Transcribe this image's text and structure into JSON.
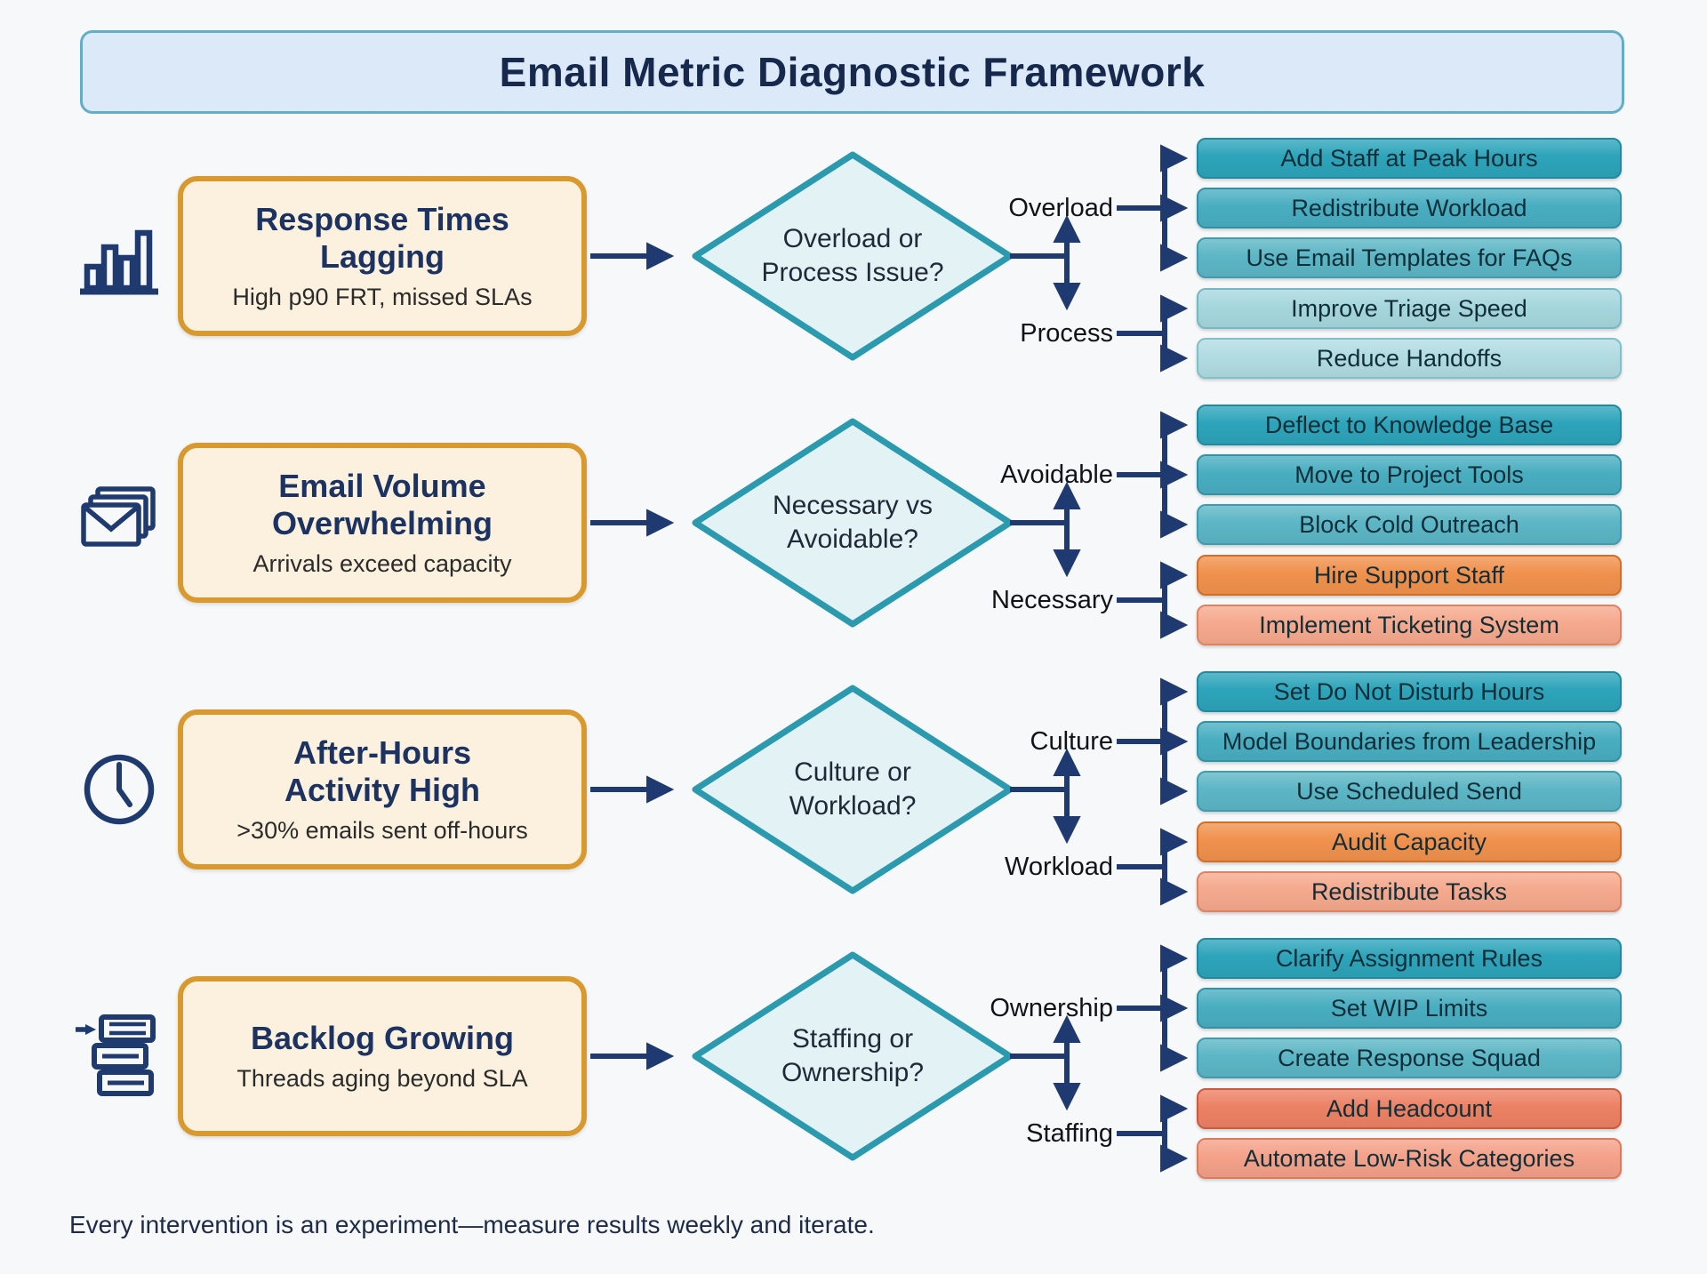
{
  "title": "Email Metric Diagnostic Framework",
  "footer": "Every intervention is an experiment—measure results weekly and iterate.",
  "colors": {
    "background": "#f7f8f9",
    "header_fill": "#dce9f8",
    "header_border": "#64aec5",
    "header_text": "#16294d",
    "problem_fill": "#fbf1de",
    "problem_border": "#d8992e",
    "problem_title_text": "#1c3261",
    "diamond_fill": "#e2f2f5",
    "diamond_border": "#2b99ae",
    "connector_navy": "#1e3a70",
    "teal_dark": "#2da4ba",
    "teal_medium": "#49aec1",
    "teal_light": "#5cb6c5",
    "teal_pale_1": "#a6d7de",
    "teal_pale_2": "#b1dce2",
    "orange": "#f0914d",
    "salmon": "#f5a98d",
    "coral": "#ec8164",
    "coral_light": "#f4a189"
  },
  "rows": [
    {
      "icon": "bar-chart-icon",
      "problem": {
        "title": "Response Times\nLagging",
        "subtitle": "High p90 FRT, missed SLAs"
      },
      "decision": "Overload or\nProcess Issue?",
      "branches": [
        {
          "label": "Overload",
          "actions": [
            "Add Staff at Peak Hours",
            "Redistribute Workload",
            "Use Email Templates for FAQs"
          ]
        },
        {
          "label": "Process",
          "actions": [
            "Improve Triage Speed",
            "Reduce Handoffs"
          ]
        }
      ]
    },
    {
      "icon": "stacked-envelopes-icon",
      "problem": {
        "title": "Email Volume\nOverwhelming",
        "subtitle": "Arrivals exceed capacity"
      },
      "decision": "Necessary vs\nAvoidable?",
      "branches": [
        {
          "label": "Avoidable",
          "actions": [
            "Deflect to Knowledge Base",
            "Move to Project Tools",
            "Block Cold Outreach"
          ]
        },
        {
          "label": "Necessary",
          "actions": [
            "Hire Support Staff",
            "Implement Ticketing System"
          ]
        }
      ]
    },
    {
      "icon": "clock-icon",
      "problem": {
        "title": "After-Hours\nActivity High",
        "subtitle": ">30% emails sent off-hours"
      },
      "decision": "Culture or\nWorkload?",
      "branches": [
        {
          "label": "Culture",
          "actions": [
            "Set Do Not Disturb Hours",
            "Model Boundaries from Leadership",
            "Use Scheduled Send"
          ]
        },
        {
          "label": "Workload",
          "actions": [
            "Audit Capacity",
            "Redistribute Tasks"
          ]
        }
      ]
    },
    {
      "icon": "backlog-queue-icon",
      "problem": {
        "title": "Backlog Growing",
        "subtitle": "Threads aging beyond SLA"
      },
      "decision": "Staffing or\nOwnership?",
      "branches": [
        {
          "label": "Ownership",
          "actions": [
            "Clarify Assignment Rules",
            "Set WIP Limits",
            "Create Response Squad"
          ]
        },
        {
          "label": "Staffing",
          "actions": [
            "Add Headcount",
            "Automate Low-Risk Categories"
          ]
        }
      ]
    }
  ]
}
